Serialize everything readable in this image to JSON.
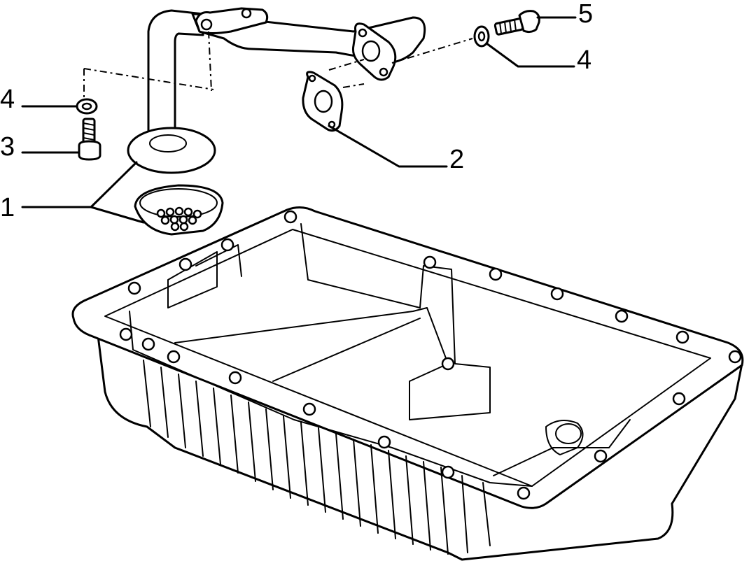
{
  "callouts": [
    {
      "id": "1",
      "label": "1"
    },
    {
      "id": "2",
      "label": "2"
    },
    {
      "id": "3",
      "label": "3"
    },
    {
      "id": "4-left",
      "label": "4"
    },
    {
      "id": "4-right",
      "label": "4"
    },
    {
      "id": "5",
      "label": "5"
    }
  ],
  "colors": {
    "line": "#000000",
    "background": "#ffffff"
  }
}
